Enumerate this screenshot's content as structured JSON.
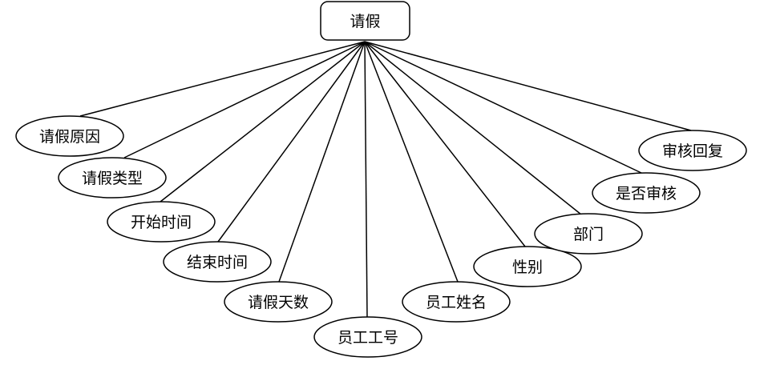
{
  "entity": {
    "label": "请假"
  },
  "attributes": [
    {
      "label": "请假原因"
    },
    {
      "label": "请假类型"
    },
    {
      "label": "开始时间"
    },
    {
      "label": "结束时间"
    },
    {
      "label": "请假天数"
    },
    {
      "label": "员工工号"
    },
    {
      "label": "员工姓名"
    },
    {
      "label": "性别"
    },
    {
      "label": "部门"
    },
    {
      "label": "是否审核"
    },
    {
      "label": "审核回复"
    }
  ]
}
